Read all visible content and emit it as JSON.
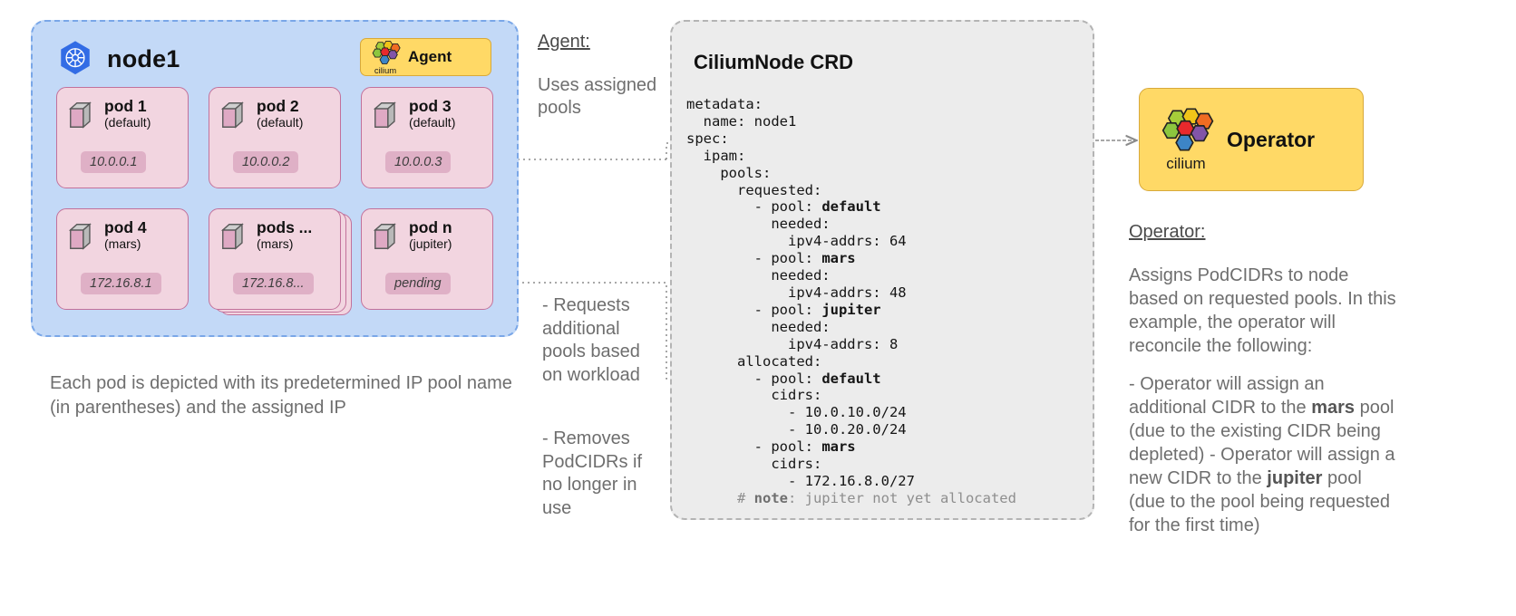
{
  "node": {
    "title": "node1",
    "icon": "kubernetes-icon",
    "agent": {
      "label": "Agent",
      "brand": "cilium"
    },
    "pods": [
      {
        "name": "pod 1",
        "pool": "(default)",
        "ip": "10.0.0.1",
        "stacked": false
      },
      {
        "name": "pod 2",
        "pool": "(default)",
        "ip": "10.0.0.2",
        "stacked": false
      },
      {
        "name": "pod 3",
        "pool": "(default)",
        "ip": "10.0.0.3",
        "stacked": false
      },
      {
        "name": "pod 4",
        "pool": "(mars)",
        "ip": "172.16.8.1",
        "stacked": false
      },
      {
        "name": "pods ...",
        "pool": "(mars)",
        "ip": "172.16.8...",
        "stacked": true
      },
      {
        "name": "pod n",
        "pool": "(jupiter)",
        "ip": "pending",
        "stacked": false
      }
    ],
    "caption": "Each pod is depicted with its predetermined IP pool name (in parentheses) and the assigned IP"
  },
  "agent_note": {
    "title": "Agent:",
    "body": "Uses assigned pools",
    "requests": "- Requests additional pools based on workload",
    "removes": "- Removes PodCIDRs if no longer in use"
  },
  "crd": {
    "title": "CiliumNode CRD",
    "yaml_lines": [
      "metadata:",
      "  name: node1",
      "spec:",
      "  ipam:",
      "    pools:",
      "      requested:",
      "        - pool: default",
      "          needed:",
      "            ipv4-addrs: 64",
      "        - pool: mars",
      "          needed:",
      "            ipv4-addrs: 48",
      "        - pool: jupiter",
      "          needed:",
      "            ipv4-addrs: 8",
      "      allocated:",
      "        - pool: default",
      "          cidrs:",
      "            - 10.0.10.0/24",
      "            - 10.0.20.0/24",
      "        - pool: mars",
      "          cidrs:",
      "            - 172.16.8.0/27",
      "      # note: jupiter not yet allocated"
    ],
    "metadata_name": "node1",
    "requested": [
      {
        "pool": "default",
        "ipv4_addrs": 64
      },
      {
        "pool": "mars",
        "ipv4_addrs": 48
      },
      {
        "pool": "jupiter",
        "ipv4_addrs": 8
      }
    ],
    "allocated": [
      {
        "pool": "default",
        "cidrs": [
          "10.0.10.0/24",
          "10.0.20.0/24"
        ]
      },
      {
        "pool": "mars",
        "cidrs": [
          "172.16.8.0/27"
        ]
      }
    ],
    "comment": "# note: jupiter not yet allocated"
  },
  "operator": {
    "label": "Operator",
    "brand": "cilium",
    "note_title": "Operator:",
    "para1": "Assigns PodCIDRs to node based on requested pools. In this example, the operator will reconcile the following:",
    "bullet1_pre": "- Operator will assign an additional CIDR to the ",
    "bullet1_bold": "mars",
    "bullet1_post": " pool (due to the existing CIDR being depleted)",
    "bullet2_pre": "- Operator will assign a new CIDR to the ",
    "bullet2_bold": "jupiter",
    "bullet2_post": " pool (due to the pool being requested for the first time)"
  },
  "colors": {
    "node_bg": "#c3d9f7",
    "node_border": "#7aa7e8",
    "pod_bg": "#f2d5e0",
    "pod_border": "#c2719b",
    "pod_ip_bg": "#dfb0c6",
    "crd_bg": "#ececec",
    "crd_border": "#b4b4b4",
    "accent_yellow": "#ffd966",
    "kubernetes_blue": "#326ce5",
    "muted_text": "#6e6e6e"
  }
}
